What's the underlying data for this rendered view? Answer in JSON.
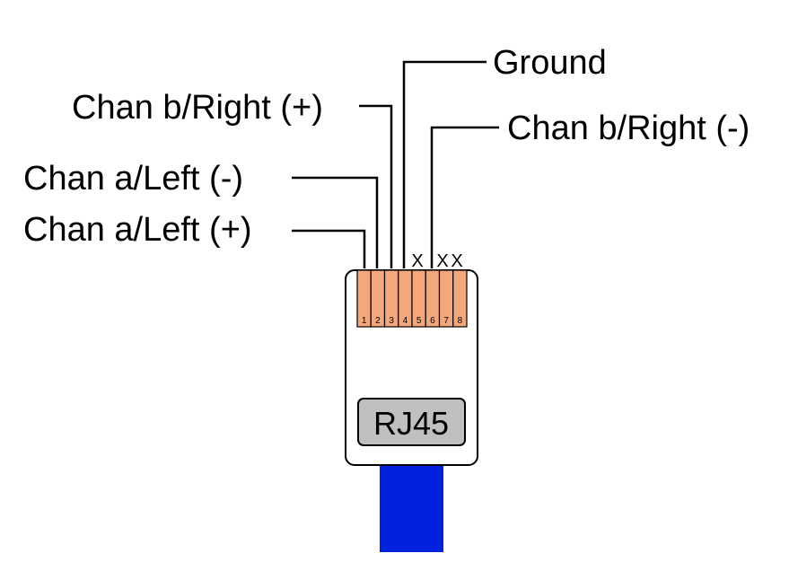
{
  "connector": {
    "label": "RJ45",
    "pin_numbers": [
      "1",
      "2",
      "3",
      "4",
      "5",
      "6",
      "7",
      "8"
    ],
    "no_connect_mark": "X",
    "no_connect_pins": [
      5,
      7,
      8
    ],
    "contact_color": "#f4a77a",
    "body_color": "#ffffff",
    "label_box_color": "#c0c0c0",
    "cable_color": "#0022dd"
  },
  "signals": [
    {
      "pin": 1,
      "label": "Chan a/Left (+)"
    },
    {
      "pin": 2,
      "label": "Chan a/Left (-)"
    },
    {
      "pin": 3,
      "label": "Chan b/Right (+)"
    },
    {
      "pin": 4,
      "label": "Ground"
    },
    {
      "pin": 6,
      "label": "Chan b/Right (-)"
    }
  ]
}
